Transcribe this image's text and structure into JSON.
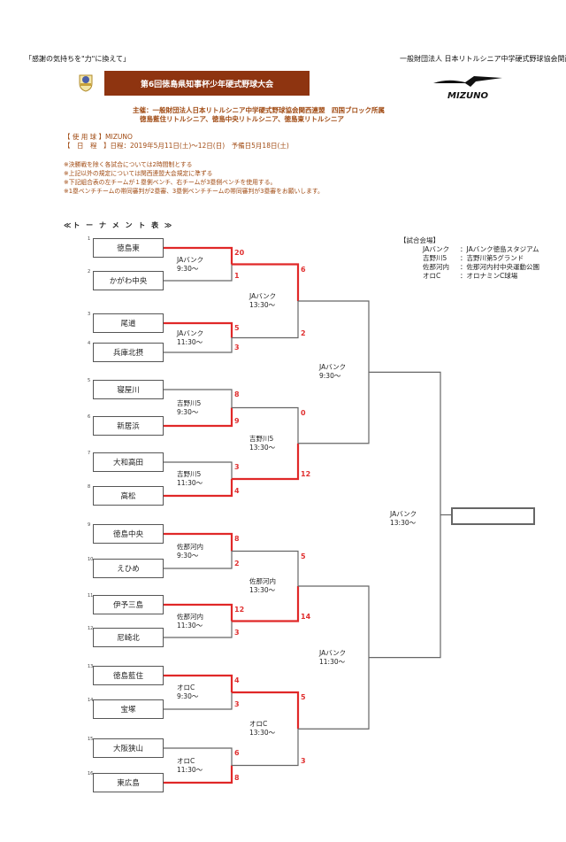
{
  "header": {
    "slogan": "「感謝の気持ちを\"力\"に換えて」",
    "organization": "一般財団法人 日本リトルシニア中学硬式野球協会関西",
    "title": "第6回徳島県知事杯少年硬式野球大会",
    "host_line1": "主催：一般財団法人日本リトルシニア中学硬式野球協会関西連盟　四国ブロック所属",
    "host_line2": "徳島藍住リトルシニア、徳島中央リトルシニア、徳島東リトルシニア",
    "sponsor_logo": "MIZUNO",
    "league_logo": "league-emblem"
  },
  "info": {
    "ball_label": "【 使 用 球 】",
    "ball_value": "MIZUNO",
    "schedule_label": "【　日　程　】",
    "schedule_value": "日程：2019年5月11日(土)～12日(日)　予備日5月18日(土)"
  },
  "notes": [
    "※決勝戦を除く各試合については2時間制とする",
    "※上記以外の規定については関西連盟大会規定に準ずる",
    "※下記組合表の左チームが１塁側ベンチ、右チームが3塁側ベンチを使用する。",
    "※1塁ベンチチームの帯同審判が2塁審、3塁側ベンチチームの帯同審判が3塁審をお願いします。"
  ],
  "bracket_title": "≪ト ー ナ メ ン ト 表 ≫",
  "venues": {
    "heading": "【試合会場】",
    "items": [
      {
        "code": "JAバンク",
        "name": "：JAバンク徳島スタジアム"
      },
      {
        "code": "吉野川5",
        "name": "：吉野川第5グランド"
      },
      {
        "code": "佐那河内",
        "name": "：佐那河内村中央運動公園"
      },
      {
        "code": "オロC",
        "name": "：オロナミンC球場"
      }
    ]
  },
  "teams": [
    {
      "seed": "1",
      "name": "徳島東"
    },
    {
      "seed": "2",
      "name": "かがわ中央"
    },
    {
      "seed": "3",
      "name": "尾道"
    },
    {
      "seed": "4",
      "name": "兵庫北摂"
    },
    {
      "seed": "5",
      "name": "寝屋川"
    },
    {
      "seed": "6",
      "name": "新居浜"
    },
    {
      "seed": "7",
      "name": "大和高田"
    },
    {
      "seed": "8",
      "name": "高松"
    },
    {
      "seed": "9",
      "name": "徳島中央"
    },
    {
      "seed": "10",
      "name": "えひめ"
    },
    {
      "seed": "11",
      "name": "伊予三島"
    },
    {
      "seed": "12",
      "name": "尼崎北"
    },
    {
      "seed": "13",
      "name": "徳島藍住"
    },
    {
      "seed": "14",
      "name": "宝塚"
    },
    {
      "seed": "15",
      "name": "大阪狭山"
    },
    {
      "seed": "16",
      "name": "東広島"
    }
  ],
  "round1": [
    {
      "venue": "JAバンク",
      "time": "9:30～",
      "scores": [
        "20",
        "1"
      ],
      "winner": 0
    },
    {
      "venue": "JAバンク",
      "time": "11:30～",
      "scores": [
        "5",
        "3"
      ],
      "winner": 0
    },
    {
      "venue": "吉野川5",
      "time": "9:30～",
      "scores": [
        "8",
        "9"
      ],
      "winner": 1
    },
    {
      "venue": "吉野川5",
      "time": "11:30～",
      "scores": [
        "3",
        "4"
      ],
      "winner": 1
    },
    {
      "venue": "佐那河内",
      "time": "9:30～",
      "scores": [
        "8",
        "2"
      ],
      "winner": 0
    },
    {
      "venue": "佐那河内",
      "time": "11:30～",
      "scores": [
        "12",
        "3"
      ],
      "winner": 0
    },
    {
      "venue": "オロC",
      "time": "9:30～",
      "scores": [
        "4",
        "3"
      ],
      "winner": 0
    },
    {
      "venue": "オロC",
      "time": "11:30～",
      "scores": [
        "6",
        "8"
      ],
      "winner": 1
    }
  ],
  "round2": [
    {
      "venue": "JAバンク",
      "time": "13:30～",
      "scores": [
        "6",
        "2"
      ],
      "winner": 0
    },
    {
      "venue": "吉野川5",
      "time": "13:30～",
      "scores": [
        "0",
        "12"
      ],
      "winner": 1
    },
    {
      "venue": "佐那河内",
      "time": "13:30～",
      "scores": [
        "5",
        "14"
      ],
      "winner": 1
    },
    {
      "venue": "オロC",
      "time": "13:30～",
      "scores": [
        "5",
        "3"
      ],
      "winner": 0
    }
  ],
  "semifinals": [
    {
      "venue": "JAバンク",
      "time": "9:30～"
    },
    {
      "venue": "JAバンク",
      "time": "11:30～"
    }
  ],
  "final": {
    "venue": "JAバンク",
    "time": "13:30～",
    "champion": ""
  },
  "colors": {
    "winner_line": "#e02828",
    "line": "#666666",
    "title_bg": "#8e3410",
    "accent_text": "#a04a12"
  }
}
